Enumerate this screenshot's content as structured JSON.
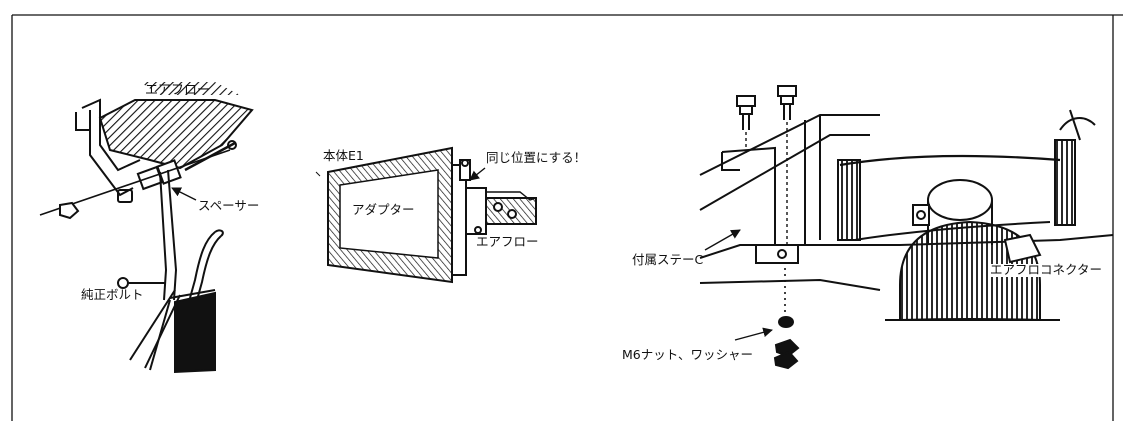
{
  "labels": {
    "airflow_top": "エアフロー",
    "spacer": "スペーサー",
    "stock_bolt": "純正ボルト",
    "body_e1": "本体E1",
    "adapter": "アダプター",
    "same_position": "同じ位置にする！",
    "airflow_mid": "エアフロー",
    "included_stay": "付属ステーC",
    "airflow_connector": "エアフロコネクター",
    "nut_washer": "M6ナット、ワッシャー"
  }
}
